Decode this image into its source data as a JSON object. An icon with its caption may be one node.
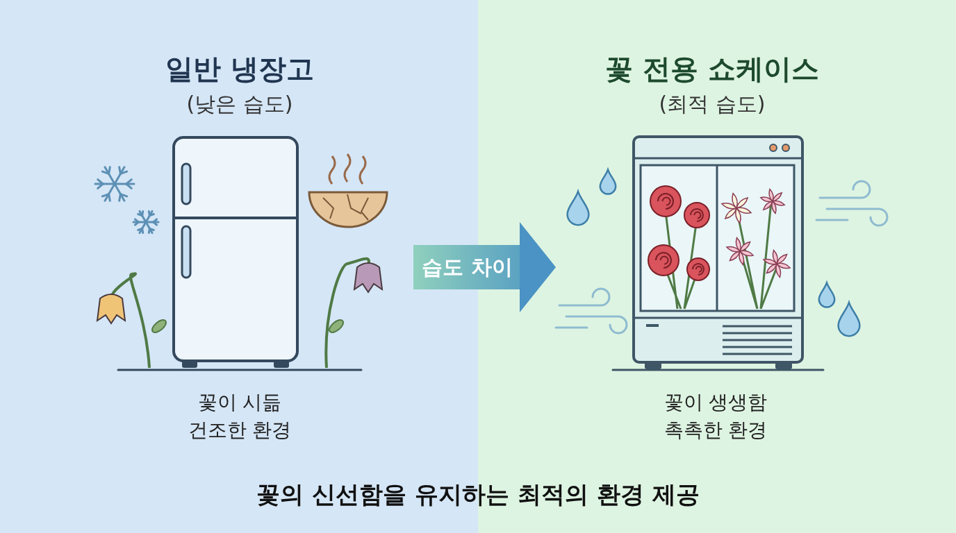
{
  "diagram": {
    "nodes": [
      {
        "text": [
          "일반 냉장고",
          "(낮은 습도)"
        ],
        "beside": [
          "꽃이 시듦 건조한 환경"
        ]
      },
      {
        "text": [
          "꽃 전용 쇼케이스",
          "(최적 습도)"
        ],
        "beside": [
          "꽃이 생생함 촉촉한 환경"
        ]
      }
    ],
    "edges": [
      {
        "from": 0,
        "to": 1,
        "arrow": "to",
        "label": "습도 차이"
      }
    ],
    "labels": [
      "꽃의 신선함을 유지하는 최적의 환경 제공"
    ]
  }
}
